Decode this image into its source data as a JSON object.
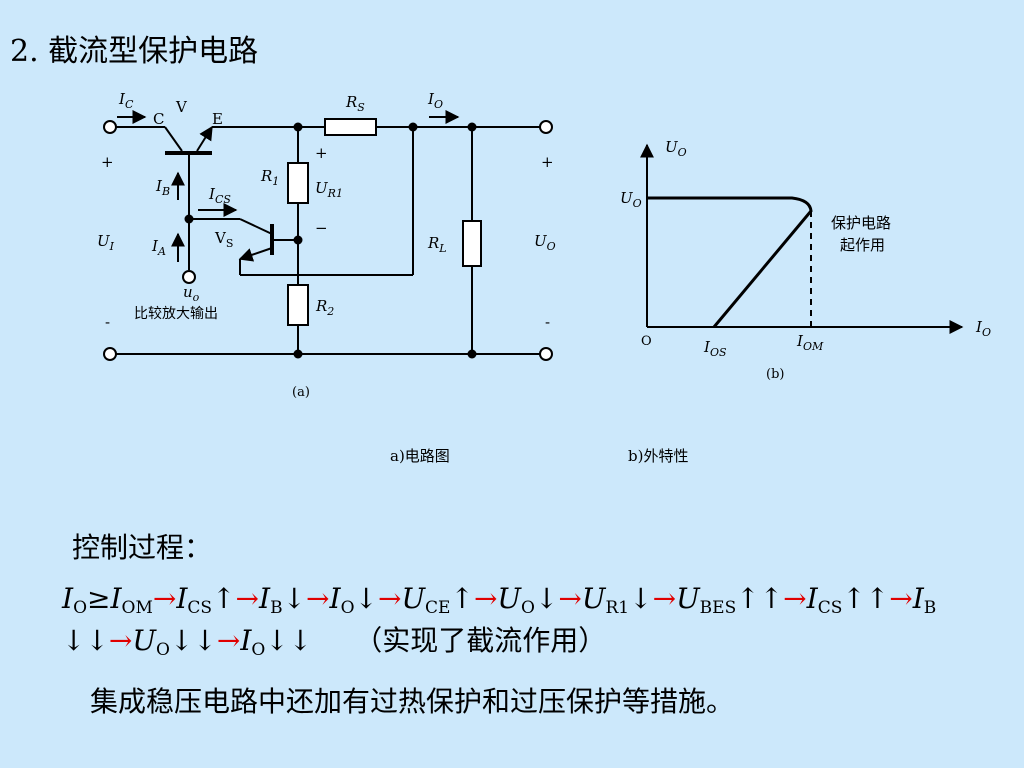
{
  "title": "2. 截流型保护电路",
  "circuit": {
    "Ic": "I",
    "Ic_sub": "C",
    "V": "V",
    "C": "C",
    "E": "E",
    "Rs": "R",
    "Rs_sub": "S",
    "Io": "I",
    "Io_sub": "O",
    "plus_left": "+",
    "plus_right": "+",
    "plus_r1": "+",
    "Ib": "I",
    "Ib_sub": "B",
    "Ics": "I",
    "Ics_sub": "CS",
    "R1": "R",
    "R1_sub": "1",
    "Ur1": "U",
    "Ur1_sub": "R1",
    "minus_r1": "−",
    "Ui": "U",
    "Ui_sub": "I",
    "Ia": "I",
    "Ia_sub": "A",
    "Vs": "V",
    "Vs_sub": "S",
    "RL": "R",
    "RL_sub": "L",
    "Uo": "U",
    "Uo_sub": "O",
    "uo": "u",
    "uo_sub": "o",
    "comparator": "比较放大输出",
    "R2": "R",
    "R2_sub": "2",
    "minus_left": "-",
    "minus_right": "-",
    "caption": "(a)"
  },
  "graph": {
    "y_axis": "U",
    "y_axis_sub": "O",
    "y_level": "U",
    "y_level_sub": "O",
    "annotation_line1": "保护电路",
    "annotation_line2": "起作用",
    "origin": "O",
    "Ios": "I",
    "Ios_sub": "OS",
    "Iom": "I",
    "Iom_sub": "OM",
    "x_axis": "I",
    "x_axis_sub": "O",
    "caption": "(b)"
  },
  "captions": {
    "a": "a)电路图",
    "b": "b)外特性"
  },
  "control_heading": "控制过程：",
  "chain": {
    "io": "I",
    "io_sub": "O",
    "ge": "≥",
    "iom": "I",
    "iom_sub": "OM",
    "arrow": "→",
    "ics": "I",
    "ics_sub": "CS",
    "up": "↑",
    "down": "↓",
    "ib": "I",
    "ib_sub": "B",
    "io2": "I",
    "io2_sub": "O",
    "uce": "U",
    "uce_sub": "CE",
    "uo": "U",
    "uo_sub": "O",
    "ur1": "U",
    "ur1_sub": "R1",
    "ubes": "U",
    "ubes_sub": "BES",
    "upup": "↑↑",
    "ics2": "I",
    "ics2_sub": "CS",
    "ib2": "I",
    "ib2_sub": "B",
    "downdown": "↓↓",
    "uo2": "U",
    "uo2_sub": "O",
    "io3": "I",
    "io3_sub": "O",
    "note": "（实现了截流作用）"
  },
  "summary": "集成稳压电路中还加有过热保护和过压保护等措施。"
}
